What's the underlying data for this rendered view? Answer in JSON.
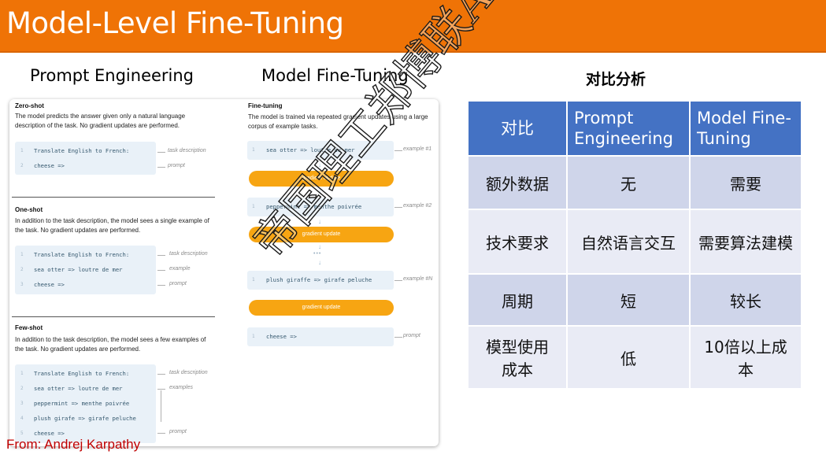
{
  "slide": {
    "title": "Model-Level Fine-Tuning",
    "col1_heading": "Prompt Engineering",
    "col2_heading": "Model Fine-Tuning",
    "col3_heading": "对比分析",
    "source": "From: Andrej Karpathy",
    "watermark": "帝国理工郑博联AI"
  },
  "figure": {
    "zero_shot": {
      "title": "Zero-shot",
      "desc": "The model predicts the answer given only a natural language description of the task. No gradient updates are performed.",
      "lines": [
        {
          "num": "1",
          "code": "Translate English to French:",
          "note": "task description"
        },
        {
          "num": "2",
          "code": "cheese =>",
          "note": "prompt"
        }
      ]
    },
    "one_shot": {
      "title": "One-shot",
      "desc": "In addition to the task description, the model sees a single example of the task. No gradient updates are performed.",
      "lines": [
        {
          "num": "1",
          "code": "Translate English to French:",
          "note": "task description"
        },
        {
          "num": "2",
          "code": "sea otter => loutre de mer",
          "note": "example"
        },
        {
          "num": "3",
          "code": "cheese =>",
          "note": "prompt"
        }
      ]
    },
    "few_shot": {
      "title": "Few-shot",
      "desc": "In addition to the task description, the model sees a few examples of the task. No gradient updates are performed.",
      "lines": [
        {
          "num": "1",
          "code": "Translate English to French:",
          "note": "task description"
        },
        {
          "num": "2",
          "code": "sea otter => loutre de mer",
          "note": "examples"
        },
        {
          "num": "3",
          "code": "peppermint => menthe poivrée",
          "note": ""
        },
        {
          "num": "4",
          "code": "plush girafe => girafe peluche",
          "note": ""
        },
        {
          "num": "5",
          "code": "cheese =>",
          "note": "prompt"
        }
      ]
    },
    "fine_tuning": {
      "title": "Fine-tuning",
      "desc": "The model is trained via repeated gradient updates using a large corpus of example tasks.",
      "ex1": {
        "num": "1",
        "code": "sea otter => loutre de mer",
        "note": "example #1"
      },
      "ex2": {
        "num": "1",
        "code": "peppermint => menthe poivrée",
        "note": "example #2"
      },
      "exN": {
        "num": "1",
        "code": "plush giraffe => girafe peluche",
        "note": "example #N"
      },
      "prompt": {
        "num": "1",
        "code": "cheese =>",
        "note": "prompt"
      },
      "gradient_label": "gradient update",
      "ellipsis": "•••"
    }
  },
  "table": {
    "header": [
      "对比",
      "Prompt Engineering",
      "Model Fine-Tuning"
    ],
    "rows": [
      [
        "额外数据",
        "无",
        "需要"
      ],
      [
        "技术要求",
        "自然语言交互",
        "需要算法建模"
      ],
      [
        "周期",
        "短",
        "较长"
      ],
      [
        "模型使用成本",
        "低",
        "10倍以上成本"
      ]
    ]
  }
}
